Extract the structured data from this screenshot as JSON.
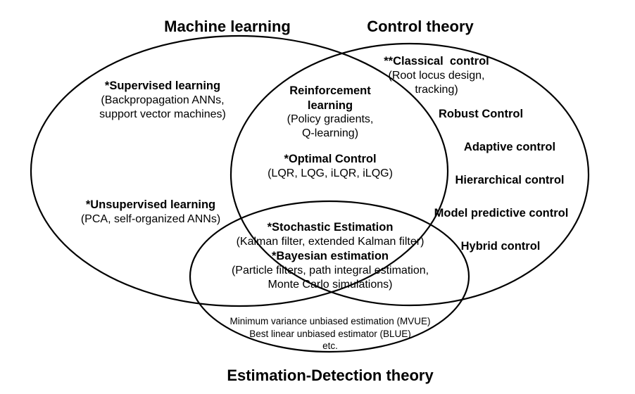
{
  "titles": {
    "machine_learning": "Machine learning",
    "control_theory": "Control theory",
    "estimation_detection": "Estimation-Detection theory"
  },
  "machine_learning": {
    "supervised_heading": "*Supervised learning",
    "supervised_desc_1": "(Backpropagation ANNs,",
    "supervised_desc_2": "support vector machines)",
    "unsupervised_heading": "*Unsupervised learning",
    "unsupervised_desc": "(PCA, self-organized ANNs)"
  },
  "ml_control_overlap": {
    "rl_heading_1": "Reinforcement",
    "rl_heading_2": "learning",
    "rl_desc_1": "(Policy gradients,",
    "rl_desc_2": "Q-learning)",
    "optimal_heading": "*Optimal Control",
    "optimal_desc": "(LQR, LQG, iLQR, iLQG)"
  },
  "control_theory": {
    "classical_heading": "**Classical  control",
    "classical_desc_1": "(Root locus design,",
    "classical_desc_2": "tracking)",
    "robust": "Robust Control",
    "adaptive": "Adaptive control",
    "hierarchical": "Hierarchical control",
    "mpc": "Model predictive control",
    "hybrid": "Hybrid control"
  },
  "center_overlap": {
    "stochastic_heading": "*Stochastic Estimation",
    "stochastic_desc": "(Kalman filter, extended Kalman filter)",
    "bayesian_heading": "*Bayesian estimation",
    "bayesian_desc_1": "(Particle filters, path integral estimation,",
    "bayesian_desc_2": "Monte Carlo simulations)"
  },
  "estimation": {
    "mvue": "Minimum variance unbiased estimation (MVUE)",
    "blue": "Best linear unbiased estimator (BLUE)",
    "etc": "etc."
  }
}
